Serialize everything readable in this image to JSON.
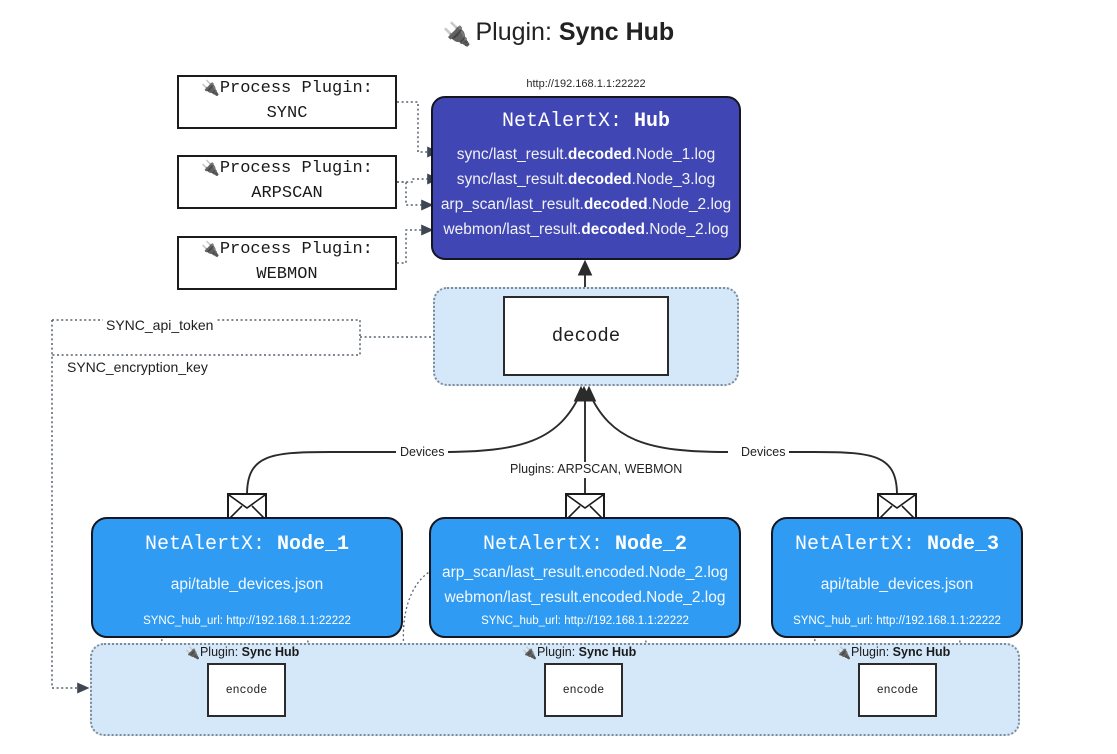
{
  "title": {
    "icon": "plug-icon",
    "prefix": "Plugin:",
    "name": "Sync Hub"
  },
  "process_plugins": [
    {
      "icon": "plug-icon",
      "line1": "Process Plugin:",
      "line2": "SYNC"
    },
    {
      "icon": "plug-icon",
      "line1": "Process Plugin:",
      "line2": "ARPSCAN"
    },
    {
      "icon": "plug-icon",
      "line1": "Process Plugin:",
      "line2": "WEBMON"
    }
  ],
  "hub": {
    "url": "http://192.168.1.1:22222",
    "title_prefix": "NetAlertX:",
    "title_name": "Hub",
    "logs": [
      {
        "pre": "sync/last_result.",
        "mid": "decoded",
        "post": ".Node_1.log"
      },
      {
        "pre": "sync/last_result.",
        "mid": "decoded",
        "post": ".Node_3.log"
      },
      {
        "pre": "arp_scan/last_result.",
        "mid": "decoded",
        "post": ".Node_2.log"
      },
      {
        "pre": "webmon/last_result.",
        "mid": "decoded",
        "post": ".Node_2.log"
      }
    ]
  },
  "decode": {
    "label": "decode"
  },
  "tokens": [
    {
      "label": "SYNC_api_token"
    },
    {
      "label": "SYNC_encryption_key"
    }
  ],
  "edge_labels": {
    "devices_left": "Devices",
    "plugins_middle": "Plugins: ARPSCAN, WEBMON",
    "devices_right": "Devices"
  },
  "nodes": [
    {
      "icon": "envelope-icon",
      "title_prefix": "NetAlertX:",
      "title_name": "Node_1",
      "lines": [
        "api/table_devices.json"
      ],
      "footer": "SYNC_hub_url: http://192.168.1.1:22222"
    },
    {
      "icon": "envelope-icon",
      "title_prefix": "NetAlertX:",
      "title_name": "Node_2",
      "lines": [
        "arp_scan/last_result.encoded.Node_2.log",
        "webmon/last_result.encoded.Node_2.log"
      ],
      "footer": "SYNC_hub_url: http://192.168.1.1:22222"
    },
    {
      "icon": "envelope-icon",
      "title_prefix": "NetAlertX:",
      "title_name": "Node_3",
      "lines": [
        "api/table_devices.json"
      ],
      "footer": "SYNC_hub_url: http://192.168.1.1:22222"
    }
  ],
  "encoders": [
    {
      "caption_prefix": "Plugin:",
      "caption_name": "Sync Hub",
      "label": "encode"
    },
    {
      "caption_prefix": "Plugin:",
      "caption_name": "Sync Hub",
      "label": "encode"
    },
    {
      "caption_prefix": "Plugin:",
      "caption_name": "Sync Hub",
      "label": "encode"
    }
  ],
  "colors": {
    "hub_fill": "#4046b4",
    "node_fill": "#2f9bf2",
    "cluster_fill": "#d4e8fa",
    "stroke": "#15161f",
    "dotted_stroke": "#55606d"
  }
}
